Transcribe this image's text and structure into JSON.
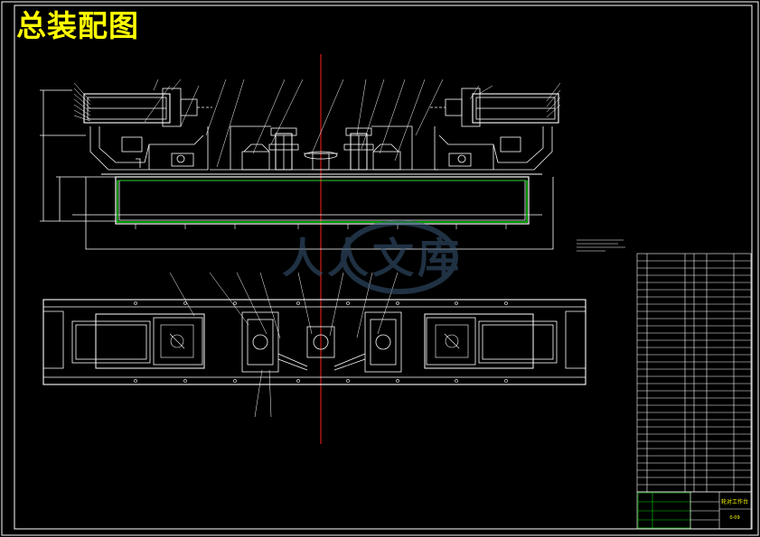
{
  "drawing": {
    "title": "总装配图",
    "background": "#000000",
    "line_color": "#ffffff",
    "centerline_color": "#ff2020",
    "weld_color": "#00d000",
    "title_color": "#ffff00",
    "watermark": {
      "text": "人人文库",
      "color": "#3a5a7a",
      "note": "logo watermark"
    }
  },
  "title_block": {
    "name": "轮对工作台",
    "code": "0-09"
  }
}
